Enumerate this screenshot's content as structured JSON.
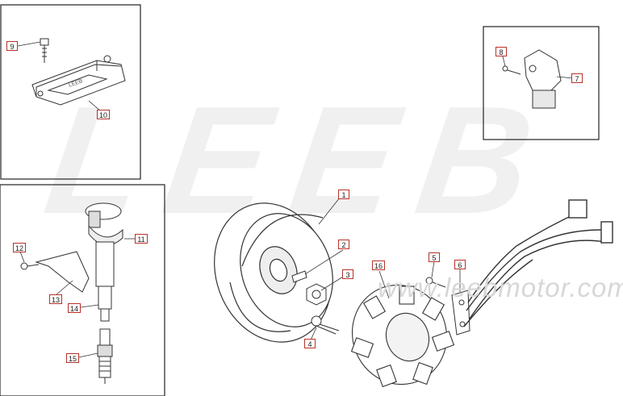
{
  "watermark": {
    "brand": "LEEB",
    "url": "www.leebmotor.com"
  },
  "module_label": "LEEB",
  "callouts": [
    "1",
    "2",
    "3",
    "4",
    "5",
    "6",
    "7",
    "8",
    "9",
    "10",
    "11",
    "12",
    "13",
    "14",
    "15",
    "16"
  ],
  "colors": {
    "callout_border": "#b8322a",
    "line": "#333333"
  }
}
